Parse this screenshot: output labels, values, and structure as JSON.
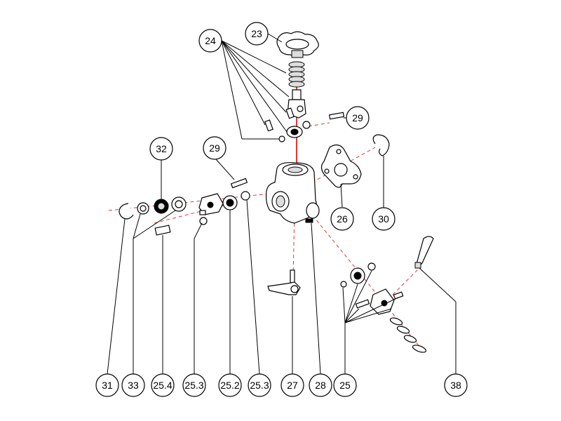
{
  "diagram": {
    "callouts": {
      "c23": "23",
      "c24": "24",
      "c29a": "29",
      "c29b": "29",
      "c32": "32",
      "c26": "26",
      "c30": "30",
      "c31": "31",
      "c33": "33",
      "c25_4": "25.4",
      "c25_3a": "25.3",
      "c25_2": "25.2",
      "c25_3b": "25.3",
      "c27": "27",
      "c28": "28",
      "c25": "25",
      "c38": "38"
    },
    "colors": {
      "axis": "#e23a3a",
      "line": "#000000"
    }
  }
}
